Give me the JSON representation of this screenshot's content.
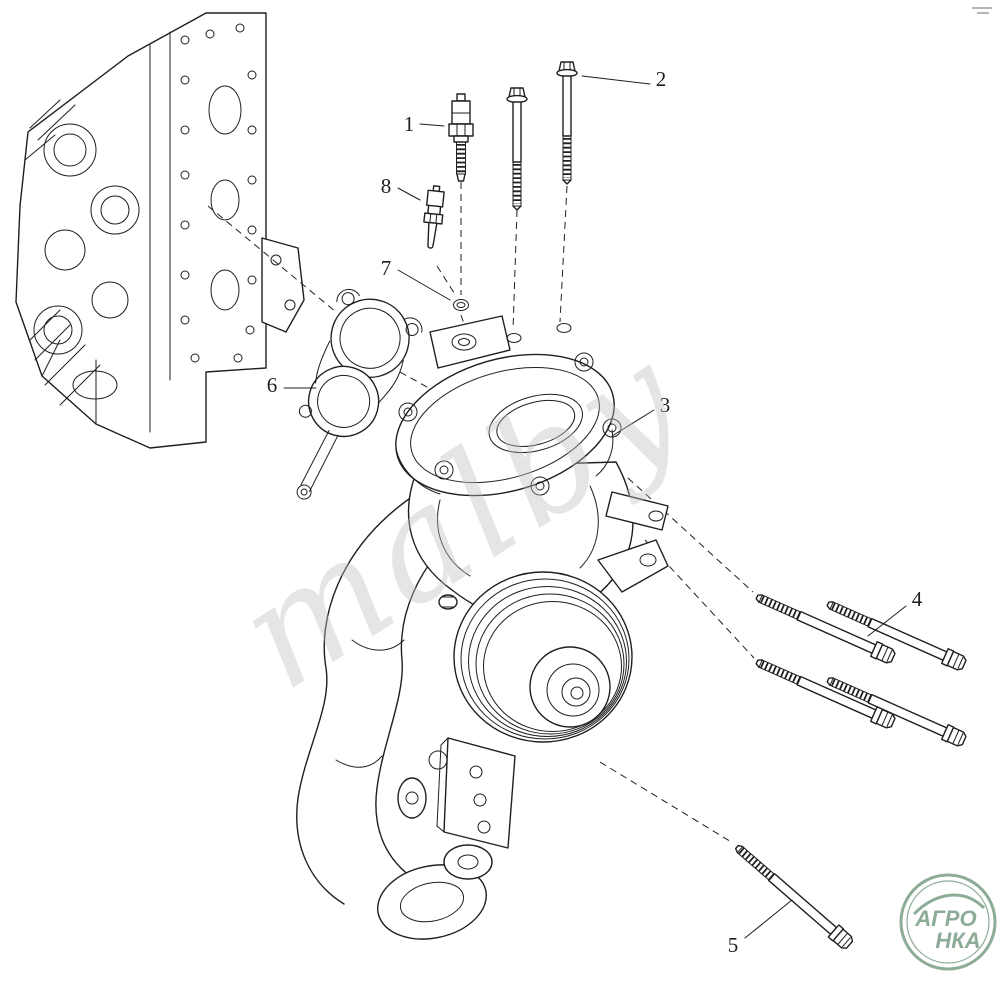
{
  "diagram": {
    "callouts": [
      {
        "label": "1"
      },
      {
        "label": "2"
      },
      {
        "label": "3"
      },
      {
        "label": "4"
      },
      {
        "label": "5"
      },
      {
        "label": "6"
      },
      {
        "label": "7"
      },
      {
        "label": "8"
      }
    ],
    "watermark": "malby",
    "logo": {
      "line1": "АГРО",
      "line2": "НКА"
    },
    "colors": {
      "line": "#1f1f1f",
      "watermark": "#c0c0c0",
      "logo": "#8dac97"
    }
  }
}
